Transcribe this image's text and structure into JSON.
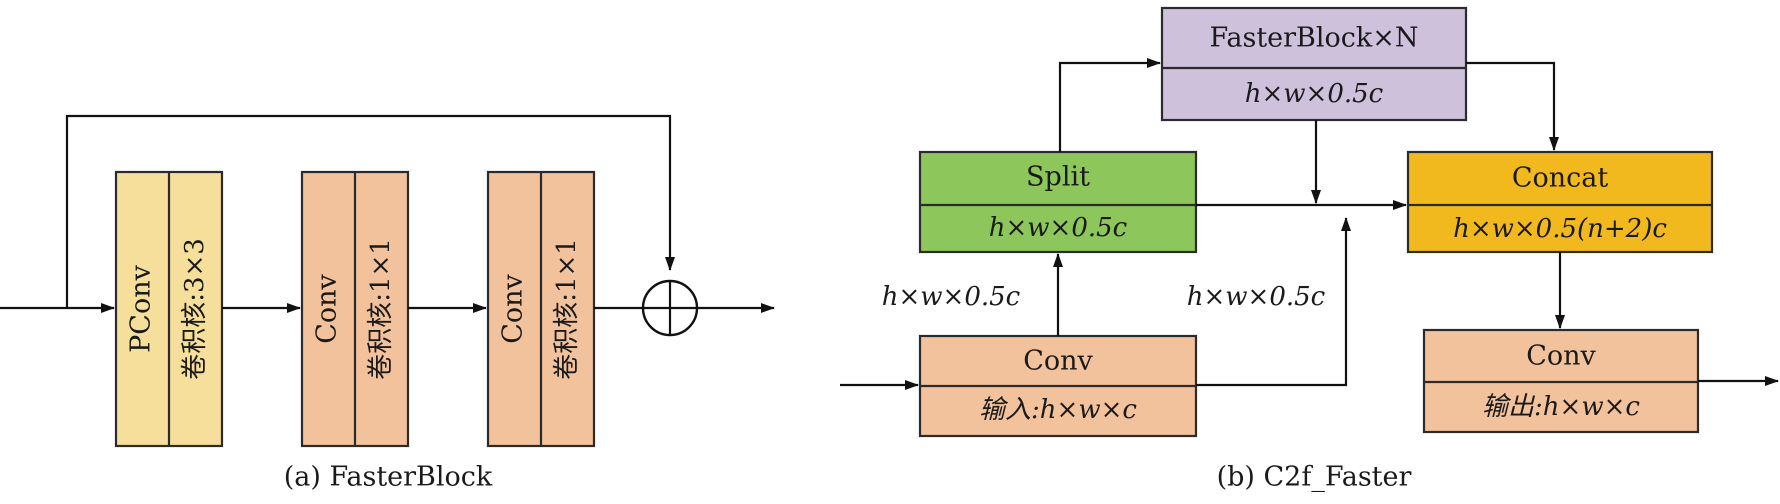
{
  "colors": {
    "pconv": "#f5df9a",
    "conv": "#f2c29c",
    "split": "#8dc65a",
    "faster": "#cdc1dc",
    "concat": "#f2b91f",
    "stroke": "#2b2b2b"
  },
  "fasterblock": {
    "caption": "(a) FasterBlock",
    "pconv": {
      "title": "PConv",
      "kernel": "卷积核:3×3"
    },
    "conv1": {
      "title": "Conv",
      "kernel": "卷积核:1×1"
    },
    "conv2": {
      "title": "Conv",
      "kernel": "卷积核:1×1"
    },
    "add_symbol": "sum-circle"
  },
  "c2f": {
    "caption": "(b) C2f_Faster",
    "split": {
      "title": "Split",
      "dims": "h×w×0.5c"
    },
    "faster": {
      "title": "FasterBlock×N",
      "dims": "h×w×0.5c"
    },
    "concat": {
      "title": "Concat",
      "dims": "h×w×0.5(n+2)c"
    },
    "conv_in": {
      "title": "Conv",
      "dims": "输入:h×w×c"
    },
    "conv_out": {
      "title": "Conv",
      "dims": "输出:h×w×c"
    },
    "edge_left": "h×w×0.5c",
    "edge_right": "h×w×0.5c"
  }
}
